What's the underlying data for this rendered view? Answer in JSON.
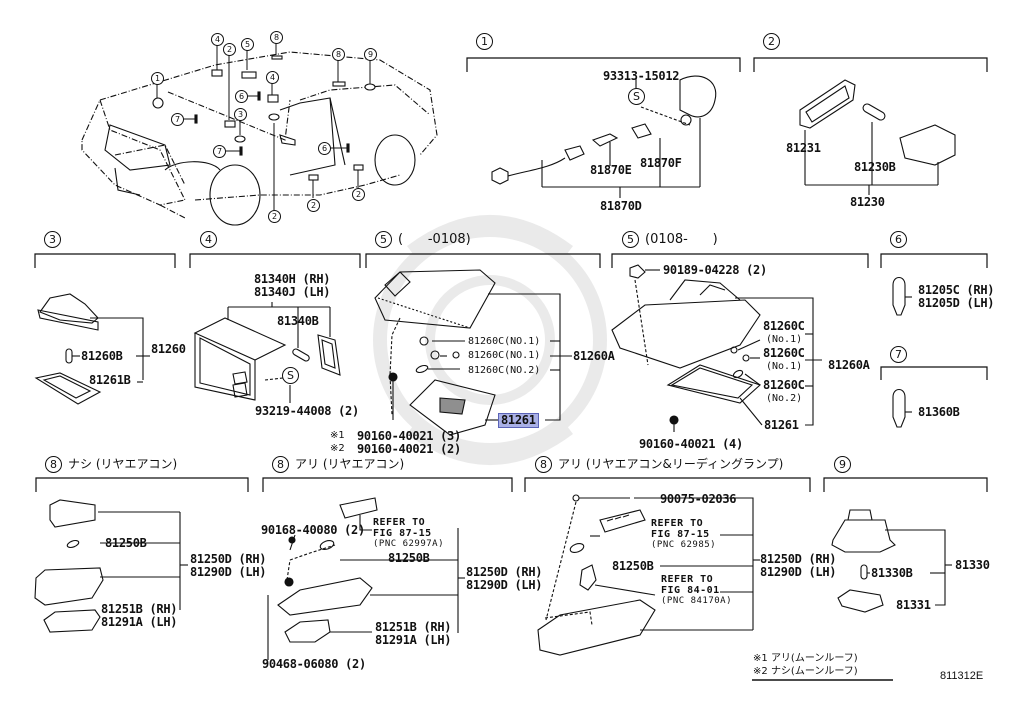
{
  "diagram": {
    "figure_code": "811312E",
    "highlighted_part": "81261",
    "overview_callouts": [
      "1",
      "2",
      "3",
      "4",
      "5",
      "6",
      "7",
      "8",
      "9"
    ],
    "sections": [
      {
        "id": "1",
        "title": "",
        "parts": {
          "screw": "93313-15012",
          "screw_symbol": "S",
          "bulb": "81870E",
          "socket": "81870F",
          "assembly": "81870D"
        }
      },
      {
        "id": "2",
        "title": "",
        "parts": {
          "cover": "81231",
          "bulb": "81230B",
          "assembly": "81230"
        }
      },
      {
        "id": "3",
        "title": "",
        "parts": {
          "assembly": "81260",
          "bulb": "81260B",
          "lens": "81261B"
        }
      },
      {
        "id": "4",
        "title": "",
        "parts": {
          "assembly_rh": "81340H (RH)",
          "assembly_lh": "81340J (LH)",
          "bulb": "81340B",
          "screw_symbol": "S",
          "screw": "93219-44008 (2)"
        }
      },
      {
        "id": "5a",
        "number": "5",
        "title": "(      -0108)",
        "parts": {
          "bulb1": "81260C(NO.1)",
          "bulb2": "81260C(NO.1)",
          "bulb3": "81260C(NO.2)",
          "assembly": "81260A",
          "lens": "81261",
          "screw_note1_mark": "※1",
          "screw_note1": "90160-40021 (3)",
          "screw_note2_mark": "※2",
          "screw_note2": "90160-40021 (2)"
        }
      },
      {
        "id": "5b",
        "number": "5",
        "title": "(0108-      )",
        "parts": {
          "clip": "90189-04228 (2)",
          "bulb1": "81260C",
          "bulb1_sub": "(No.1)",
          "bulb2": "81260C",
          "bulb2_sub": "(No.1)",
          "bulb3": "81260C",
          "bulb3_sub": "(No.2)",
          "assembly": "81260A",
          "lens": "81261",
          "screw": "90160-40021 (4)"
        }
      },
      {
        "id": "6",
        "title": "",
        "parts": {
          "rh": "81205C (RH)",
          "lh": "81205D (LH)"
        }
      },
      {
        "id": "7",
        "title": "",
        "parts": {
          "bulb": "81360B"
        }
      },
      {
        "id": "8a",
        "number": "8",
        "title": "ナシ (リヤエアコン)",
        "parts": {
          "bulb": "81250B",
          "assembly_rh": "81250D (RH)",
          "assembly_lh": "81290D (LH)",
          "lens_rh": "81251B (RH)",
          "lens_lh": "81291A (LH)"
        }
      },
      {
        "id": "8b",
        "number": "8",
        "title": "アリ (リヤエアコン)",
        "parts": {
          "screw": "90168-40080 (2)",
          "refer_line1": "REFER TO",
          "refer_line2": "FIG 87-15",
          "refer_line3": "(PNC 62997A)",
          "bulb": "81250B",
          "assembly_rh": "81250D (RH)",
          "assembly_lh": "81290D (LH)",
          "lens_rh": "81251B (RH)",
          "lens_lh": "81291A (LH)",
          "clip": "90468-06080 (2)"
        }
      },
      {
        "id": "8c",
        "number": "8",
        "title": "アリ (リヤエアコン&リーディングランプ)",
        "parts": {
          "screw": "90075-02036",
          "refer1_line1": "REFER TO",
          "refer1_line2": "FIG 87-15",
          "refer1_line3": "(PNC 62985)",
          "bulb": "81250B",
          "refer2_line1": "REFER TO",
          "refer2_line2": "FIG 84-01",
          "refer2_line3": "(PNC 84170A)",
          "assembly_rh": "81250D (RH)",
          "assembly_lh": "81290D (LH)"
        }
      },
      {
        "id": "9",
        "title": "",
        "parts": {
          "assembly": "81330",
          "bulb": "81330B",
          "lens": "81331"
        }
      }
    ],
    "footnotes": [
      {
        "mark": "※1",
        "text": "アリ(ムーンルーフ)"
      },
      {
        "mark": "※2",
        "text": "ナシ(ムーンルーフ)"
      }
    ]
  }
}
